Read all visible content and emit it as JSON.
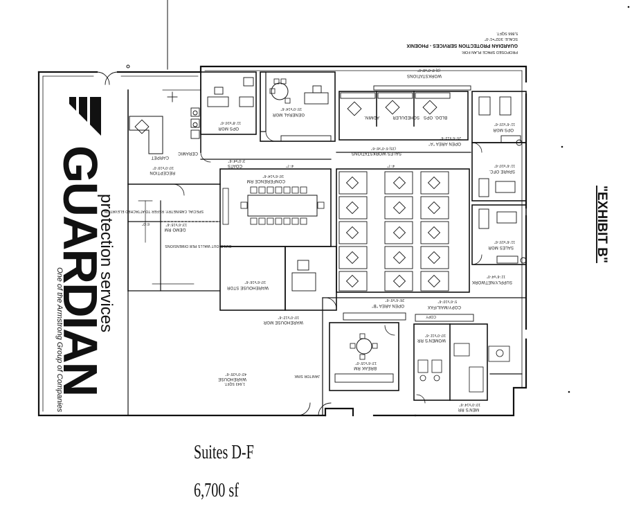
{
  "title_block": {
    "line1": "PROPOSED SPACE PLAN FOR:",
    "line2": "GUARDIAN PROTECTION SERVICES - PHOENIX",
    "line3": "SCALE: 3/32\"=1'-0\"",
    "line4": "5,866 SQFT."
  },
  "exhibit_label": "\"EXHIBIT B\"",
  "logo": {
    "word": "GUARDIAN",
    "sub": "protection services",
    "tag": "One of the Armstrong Group of Companies"
  },
  "rooms": {
    "reception": "RECEPTION",
    "reception_dim": "10'-0\"x19'-0\"",
    "ceramic": "CERAMIC",
    "carpet": "CARPET",
    "coats": "COATS",
    "coats_dim": "3'-0\"x4'-6\"",
    "ops_mgr_a": "OPS MGR",
    "ops_mgr_a_dim": "11'-8\"x16'-6\"",
    "general_mgr": "GENERAL MGR",
    "general_mgr_dim": "15'-0\"x14'-6\"",
    "bldg_ops": "BLDG. OPS",
    "scheduler": "SCHEDULER",
    "admin": "ADMIN.",
    "workstations": "WORKSTATIONS",
    "workstations_dim": "(3) 8'-0\"x8'-0\"",
    "open_area_a": "OPEN AREA \"A\"",
    "open_area_a_dim": "25'-6\"x13'-6\"",
    "ops_mgr_b": "OPS MGR",
    "ops_mgr_b_dim": "11'-6\"x15'-6\"",
    "spare_ofc": "SPARE OFC.",
    "spare_ofc_dim": "11'-6\"x10'-6\"",
    "sales_ws": "SALES WORKSTATIONS",
    "sales_ws_dim": "(15) 6'-0\"x6'-6\"",
    "conference": "CONFERENCE RM",
    "conference_dim": "16'-6\"x14'-6\"",
    "demo_rm": "DEMO RM",
    "demo_rm_dim": "13'-6\"x15'-6\"",
    "special": "SPECIAL CABINETRY: REFER TO ATTACHED ELEVATION",
    "buildout": "BUILD-OUT WALLS PER DIMENSIONS",
    "sales_mgr": "SALES MGR",
    "sales_mgr_dim": "11'-6\"x15'-6\"",
    "supply": "SUPPLY/NETWORK",
    "supply_dim": "11'-6\"x4'-0\"",
    "open_area_b": "OPEN AREA \"B\"",
    "open_area_b_dim": "26'-6\"x5'-6\"",
    "copy_fax": "COPY/MAIL/FAX",
    "copy_fax_dim": "5'-6\"x10'-6\"",
    "copy": "COPY",
    "warehouse_stor": "WAREHOUSE STOR",
    "warehouse_stor_dim": "10'-6\"x16'-6\"",
    "warehouse_mgr": "WAREHOUSE MGR",
    "warehouse_mgr_dim": "10'-0\"x12'-6\"",
    "warehouse": "WAREHOUSE",
    "warehouse_dim": "43'-0\"x35'-6\"",
    "warehouse_sqft": "1,643 SQFT.",
    "janitor": "JANITOR SINK",
    "break_rm": "BREAK RM",
    "break_rm_dim": "13'-6\"x15'-0\"",
    "womens_rr": "WOMEN'S RR",
    "womens_rr_dim": "10'-0\"x11'-6\"",
    "mens_rr": "MEN'S RR",
    "mens_rr_dim": "10'-0\"x14'-6\"",
    "dim_6ft": "6'-0\"",
    "dim_47a": "4'-7\"",
    "dim_47b": "4'-7\""
  },
  "suite_line1": "Suites D-F",
  "suite_line2": "6,700 sf"
}
